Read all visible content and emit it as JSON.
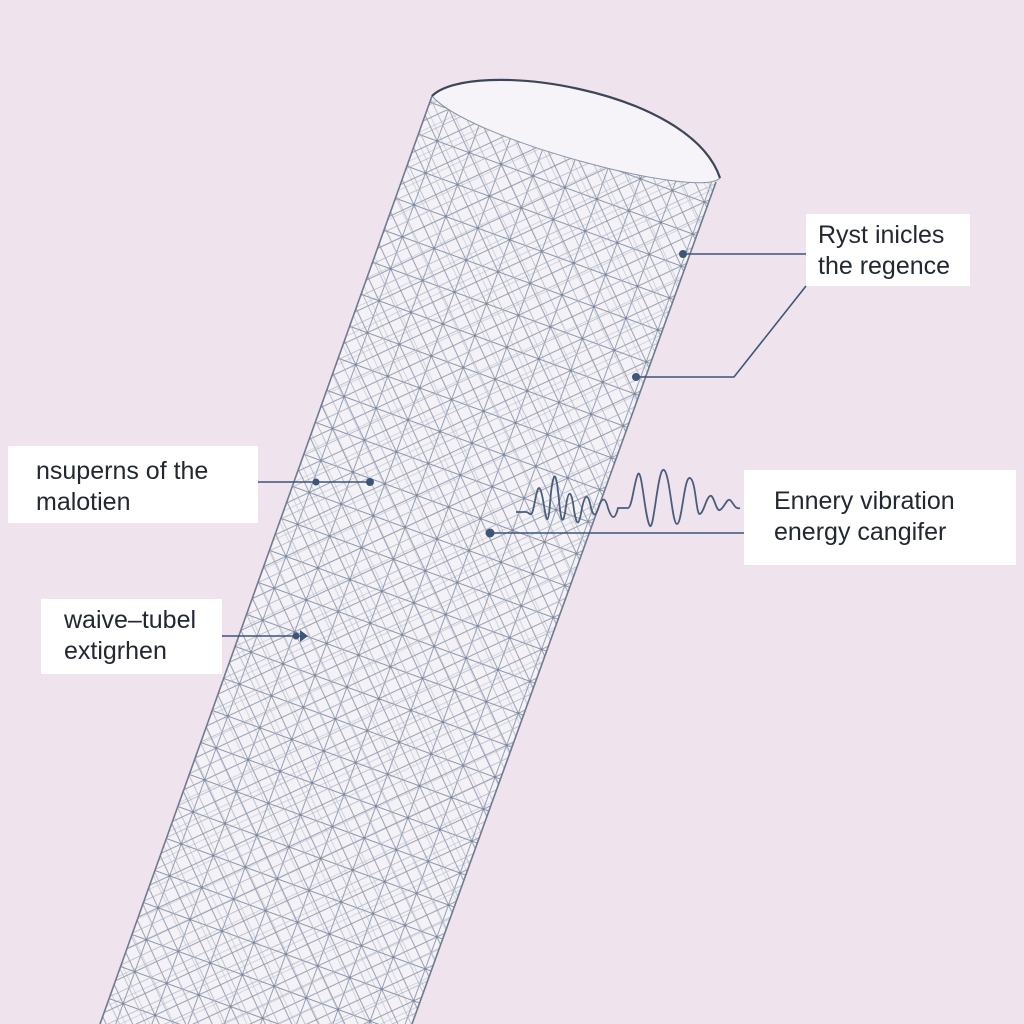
{
  "colors": {
    "background": "#efe4ee",
    "tube_fill": "#f4f2f6",
    "mesh_line": "#8c96aa",
    "leader_line": "#3d5578",
    "label_bg": "#ffffff",
    "label_text": "#222831"
  },
  "labels": {
    "top_right": {
      "line1": "Ryst inicles",
      "line2": "the regence"
    },
    "middle_left": {
      "line1": "nsuperns of the",
      "line2": "malotien"
    },
    "middle_right": {
      "line1": "Ennery vibration",
      "line2": "energy cangifer"
    },
    "bottom_left": {
      "line1": "waive–tubel",
      "line2": "extigrhen"
    }
  }
}
